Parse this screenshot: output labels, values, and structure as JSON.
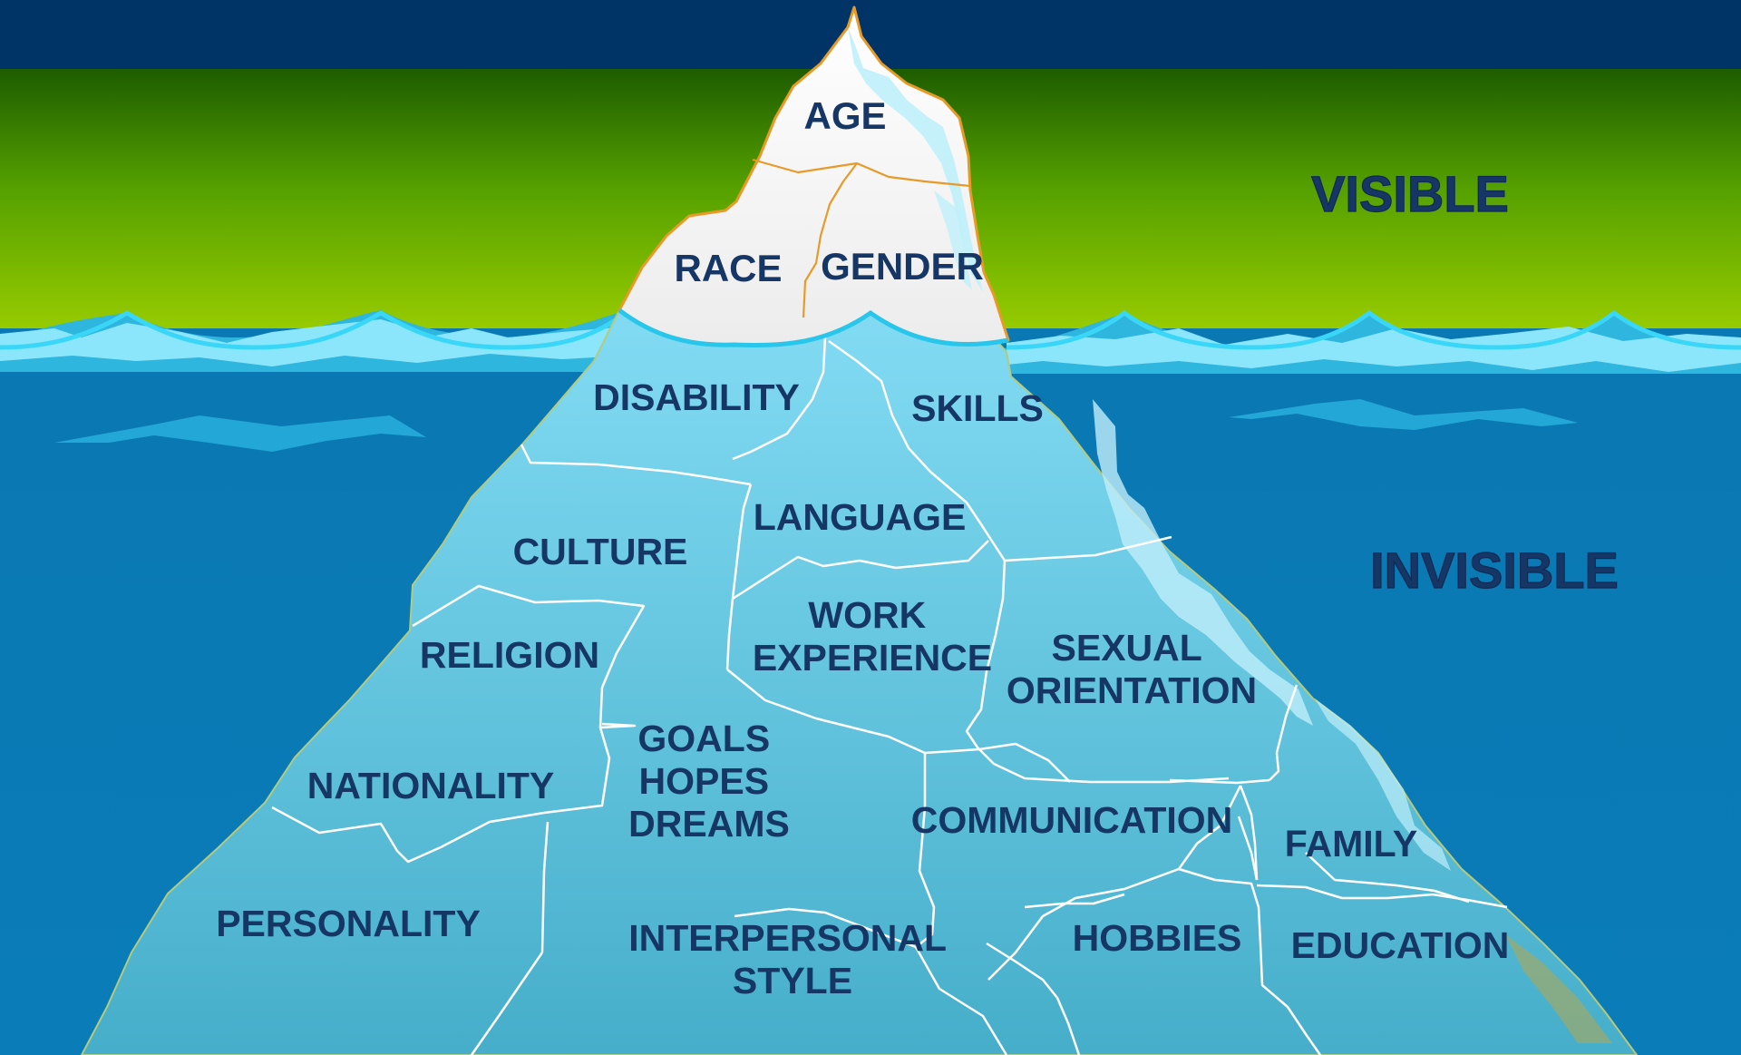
{
  "zones": {
    "visible_label": "VISIBLE",
    "invisible_label": "INVISIBLE"
  },
  "visible_traits": {
    "age": "AGE",
    "race": "RACE",
    "gender": "GENDER"
  },
  "invisible_traits": {
    "disability": "DISABILITY",
    "skills": "SKILLS",
    "language": "LANGUAGE",
    "culture": "CULTURE",
    "work_experience": [
      "WORK",
      "EXPERIENCE"
    ],
    "sexual_orientation": [
      "SEXUAL",
      "ORIENTATION"
    ],
    "religion": "RELIGION",
    "goals_hopes_dreams": [
      "GOALS",
      "HOPES",
      "DREAMS"
    ],
    "nationality": "NATIONALITY",
    "communication": "COMMUNICATION",
    "family": "FAMILY",
    "personality": "PERSONALITY",
    "interpersonal_style": [
      "INTERPERSONAL",
      "STYLE"
    ],
    "hobbies": "HOBBIES",
    "education": "EDUCATION"
  },
  "colors": {
    "top_band": "#003366",
    "sky_top": "#1e5c00",
    "sky_bottom": "#94cc00",
    "water": "#0a7cb8",
    "ice_tip": "#f4f4f4",
    "ice_outline": "#e89a28",
    "submerged_top": "#7fd9f2",
    "submerged_bottom": "#3fa9c8",
    "label": "#163766"
  }
}
